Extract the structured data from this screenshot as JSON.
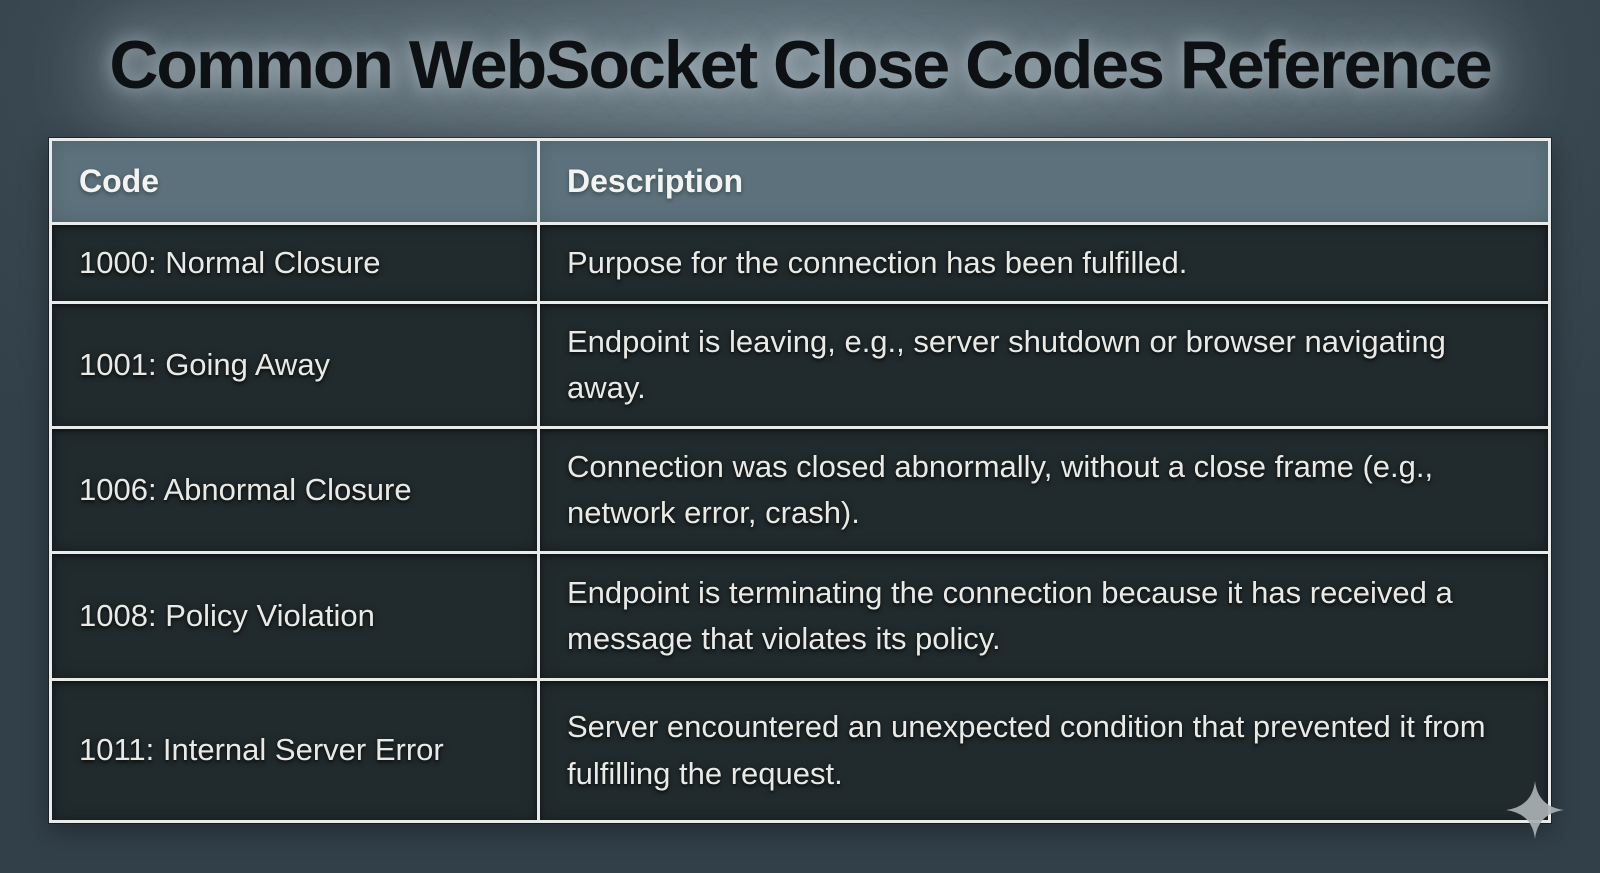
{
  "title": "Common WebSocket Close Codes Reference",
  "table": {
    "header": {
      "code": "Code",
      "description": "Description"
    },
    "rows": [
      {
        "code": "1000: Normal Closure",
        "description": "Purpose for the connection has been fulfilled."
      },
      {
        "code": "1001: Going Away",
        "description": "Endpoint is leaving, e.g., server shutdown or browser navigating away."
      },
      {
        "code": "1006: Abnormal Closure",
        "description": "Connection was closed abnormally, without a close frame (e.g., network error, crash)."
      },
      {
        "code": "1008: Policy Violation",
        "description": "Endpoint is terminating the connection because it has received a message that violates its policy."
      },
      {
        "code": "1011: Internal Server Error",
        "description": "Server encountered an unexpected condition that prevented it from fulfilling the request."
      }
    ]
  },
  "icons": {
    "sparkle": "four-pointed-sparkle-watermark"
  },
  "colors": {
    "background": "#3e4d56",
    "header_bg": "#5c717b",
    "cell_bg": "#212a2d",
    "border": "#e9ebea",
    "title_text": "#0d1114",
    "cell_text": "#e9eae6",
    "header_text": "#f3f4f2",
    "sparkle": "#aab1b5"
  },
  "chart_data": {
    "type": "table",
    "title": "Common WebSocket Close Codes Reference",
    "columns": [
      "Code",
      "Description"
    ],
    "rows": [
      [
        "1000: Normal Closure",
        "Purpose for the connection has been fulfilled."
      ],
      [
        "1001: Going Away",
        "Endpoint is leaving, e.g., server shutdown or browser navigating away."
      ],
      [
        "1006: Abnormal Closure",
        "Connection was closed abnormally, without a close frame (e.g., network error, crash)."
      ],
      [
        "1008: Policy Violation",
        "Endpoint is terminating the connection because it has received a message that violates its policy."
      ],
      [
        "1011: Internal Server Error",
        "Server encountered an unexpected condition that prevented it from fulfilling the request."
      ]
    ],
    "layout_hints": {
      "header_position": "top",
      "column_width_ratio": [
        0.326,
        0.674
      ],
      "grid": "on"
    }
  }
}
